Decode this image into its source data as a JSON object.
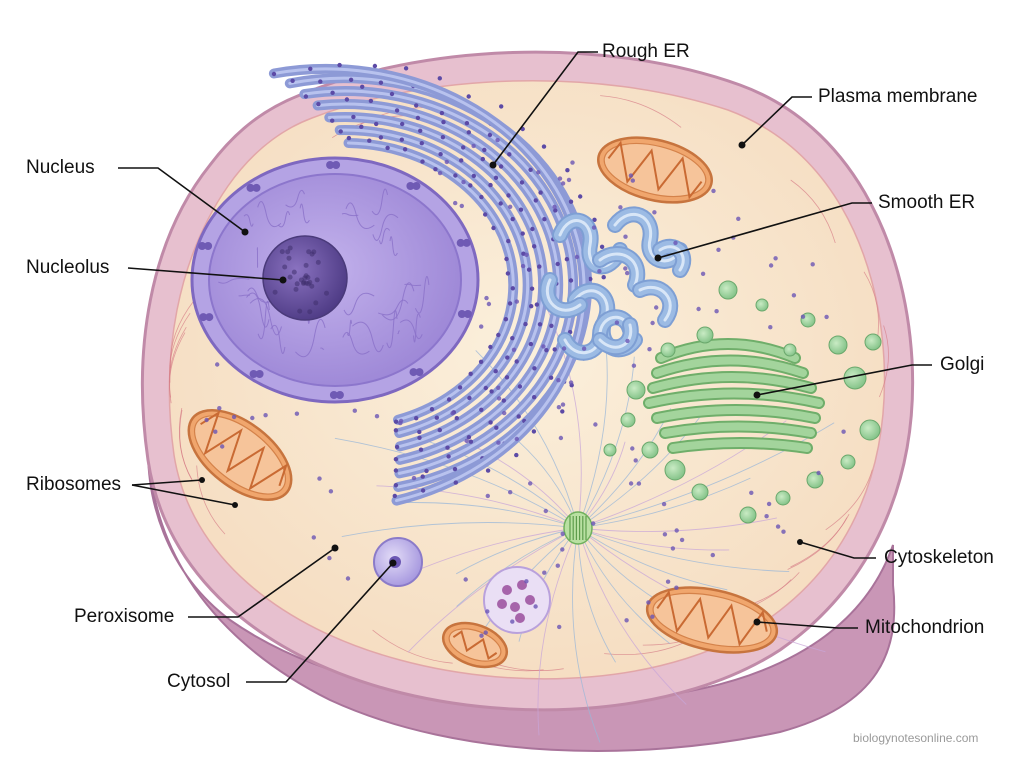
{
  "diagram": {
    "labels": {
      "rough_er": "Rough ER",
      "plasma_membrane": "Plasma membrane",
      "nucleus": "Nucleus",
      "smooth_er": "Smooth ER",
      "nucleolus": "Nucleolus",
      "golgi": "Golgi",
      "ribosomes": "Ribosomes",
      "cytoskeleton": "Cytoskeleton",
      "peroxisome": "Peroxisome",
      "mitochondrion": "Mitochondrion",
      "cytosol": "Cytosol"
    },
    "credit": "biologynotesonline.com"
  },
  "colors": {
    "membrane": "#c99bc9",
    "cytoplasm": "#f8e5cc",
    "nucleus": "#a792dc",
    "nucleolus": "#6f57a6",
    "rough_er": "#7f8fd0",
    "ribosome": "#5c4aa6",
    "smooth_er": "#9cbbe4",
    "golgi": "#a3d49c",
    "mitochondrion": "#e9965a",
    "cytoskeleton": "#9ab7d8",
    "leader_line": "#111111"
  }
}
